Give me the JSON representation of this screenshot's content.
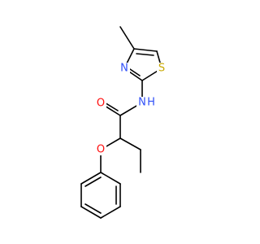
{
  "molecule": {
    "atoms": {
      "nitrogen_ring": {
        "symbol": "N",
        "color": "#3050F8"
      },
      "sulfur_ring": {
        "symbol": "S",
        "color": "#C8A800"
      },
      "nitrogen_amide": {
        "symbol": "N",
        "color": "#3050F8"
      },
      "hydrogen_amide": {
        "symbol": "H",
        "color": "#3050F8"
      },
      "oxygen_carbonyl": {
        "symbol": "O",
        "color": "#FF0D0D"
      },
      "oxygen_ether": {
        "symbol": "O",
        "color": "#FF0D0D"
      }
    },
    "bond_color": "#000000"
  }
}
